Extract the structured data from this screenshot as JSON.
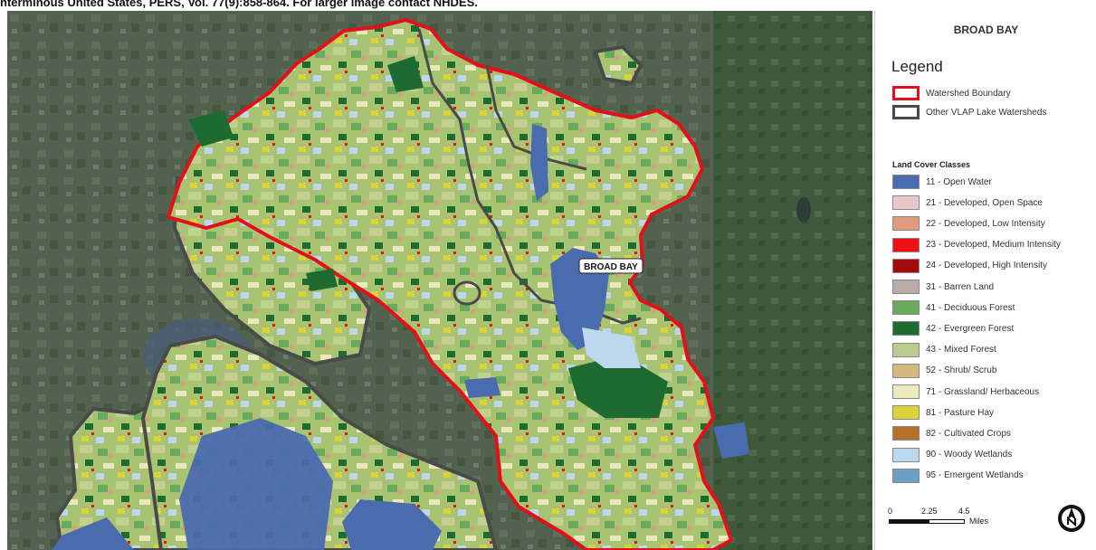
{
  "caption": "nterminous United States, PERS, Vol. 77(9):858-864. For larger image contact NHDES.",
  "map": {
    "lake_label": "BROAD BAY",
    "colors": {
      "imagery_base": "#4f5f4f",
      "imagery_forest": "#3d503d",
      "watershed_boundary": "#e3101b",
      "other_watersheds": "#4a4a4a",
      "open_water": "#4a6cae"
    }
  },
  "legend": {
    "title": "BROAD BAY",
    "heading": "Legend",
    "boundaries": [
      {
        "label": "Watershed Boundary",
        "color": "#e3101b",
        "icon": "red-outline-swatch"
      },
      {
        "label": "Other VLAP Lake Watersheds",
        "color": "#4a4a4a",
        "icon": "gray-outline-swatch"
      }
    ],
    "classes_heading": "Land Cover Classes",
    "classes": [
      {
        "label": "11 - Open Water",
        "color": "#4a6cae"
      },
      {
        "label": "21 - Developed, Open Space",
        "color": "#e8c8c8"
      },
      {
        "label": "22 - Developed, Low Intensity",
        "color": "#e09a80"
      },
      {
        "label": "23 - Developed, Medium Intensity",
        "color": "#ee1111"
      },
      {
        "label": "24 - Developed, High Intensity",
        "color": "#a50a0a"
      },
      {
        "label": "31 - Barren Land",
        "color": "#b8aca6"
      },
      {
        "label": "41 - Deciduous Forest",
        "color": "#6aaa5e"
      },
      {
        "label": "42 - Evergreen Forest",
        "color": "#1e6b32"
      },
      {
        "label": "43 - Mixed Forest",
        "color": "#bccc8e"
      },
      {
        "label": "52 - Shrub/ Scrub",
        "color": "#d3b77f"
      },
      {
        "label": "71 - Grassland/ Herbaceous",
        "color": "#ece9be"
      },
      {
        "label": "81 - Pasture Hay",
        "color": "#dcd23a"
      },
      {
        "label": "82 - Cultivated Crops",
        "color": "#b5702a"
      },
      {
        "label": "90 - Woody Wetlands",
        "color": "#bcd8ee"
      },
      {
        "label": "95 - Emergent Wetlands",
        "color": "#6d9fc5"
      }
    ],
    "scale": {
      "ticks": [
        "0",
        "2.25",
        "4.5"
      ],
      "unit": "Miles"
    },
    "north_icon": "north-arrow-icon"
  }
}
